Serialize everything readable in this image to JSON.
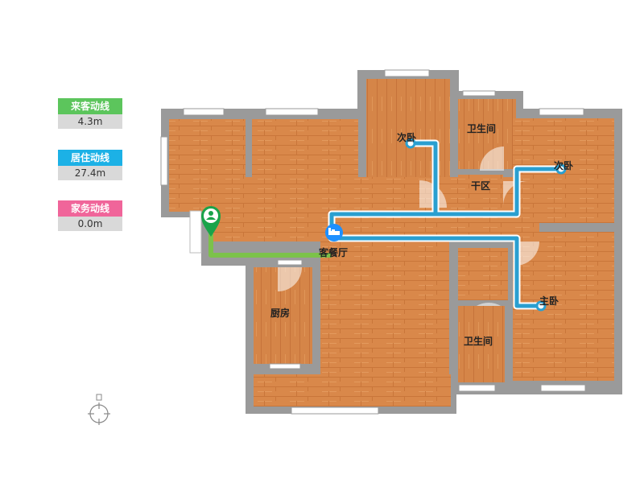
{
  "legend": [
    {
      "label": "来客动线",
      "value": "4.3m",
      "color": "#5cc55c"
    },
    {
      "label": "居住动线",
      "value": "27.4m",
      "color": "#1cb1e6"
    },
    {
      "label": "家务动线",
      "value": "0.0m",
      "color": "#f0659a"
    }
  ],
  "rooms": {
    "bedroom_a": "次卧",
    "bathroom_top": "卫生间",
    "bedroom_b": "次卧",
    "dry_area": "干区",
    "living": "客餐厅",
    "kitchen": "厨房",
    "bathroom_bottom": "卫生间",
    "master": "主卧"
  },
  "colors": {
    "wall": "#9a9a9a",
    "floor": "#d9884a",
    "floor_dark": "#c9763a",
    "guest_route": "#7cc24a",
    "living_route": "#2a9fd0",
    "marker_green": "#1aa34a",
    "marker_blue": "#1e90ff"
  },
  "icons": {
    "guest_marker": "person-pin-icon",
    "living_marker": "bed-icon",
    "compass": "compass-icon"
  }
}
